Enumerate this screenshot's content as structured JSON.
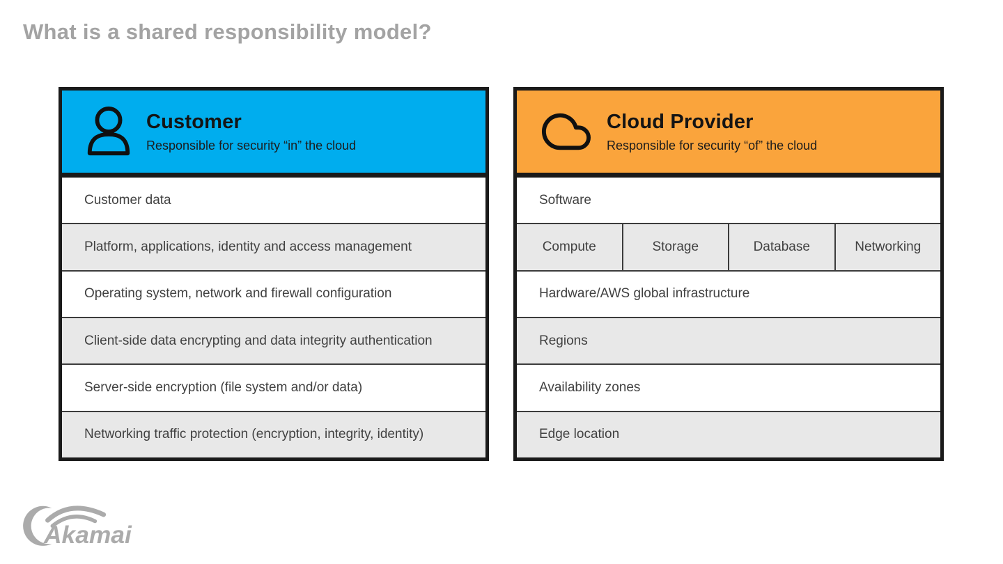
{
  "page": {
    "title": "What is a shared responsibility model?"
  },
  "colors": {
    "customer_header": "#00ADEE",
    "provider_header": "#FAA43C",
    "row_alt_gray": "#E8E8E8",
    "panel_border": "#1A1A1A",
    "title_gray": "#A3A3A3",
    "logo_gray": "#ABABAB",
    "row_text": "#414141"
  },
  "panels": [
    {
      "id": "customer",
      "icon": "person-icon",
      "header": {
        "title": "Customer",
        "subtitle": "Responsible for security “in” the cloud"
      },
      "rows": [
        {
          "cells": [
            "Customer data"
          ]
        },
        {
          "cells": [
            "Platform, applications, identity and access management"
          ]
        },
        {
          "cells": [
            "Operating system, network and firewall configuration"
          ]
        },
        {
          "cells": [
            "Client-side data encrypting and data integrity authentication"
          ]
        },
        {
          "cells": [
            "Server-side encryption (file system and/or data)"
          ]
        },
        {
          "cells": [
            "Networking traffic protection (encryption, integrity, identity)"
          ]
        }
      ]
    },
    {
      "id": "cloud-provider",
      "icon": "cloud-icon",
      "header": {
        "title": "Cloud Provider",
        "subtitle": "Responsible for security “of” the cloud"
      },
      "rows": [
        {
          "cells": [
            "Software"
          ]
        },
        {
          "cells": [
            "Compute",
            "Storage",
            "Database",
            "Networking"
          ]
        },
        {
          "cells": [
            "Hardware/AWS global infrastructure"
          ]
        },
        {
          "cells": [
            "Regions"
          ]
        },
        {
          "cells": [
            "Availability zones"
          ]
        },
        {
          "cells": [
            "Edge location"
          ]
        }
      ]
    }
  ],
  "footer": {
    "logo_text": "Akamai"
  }
}
